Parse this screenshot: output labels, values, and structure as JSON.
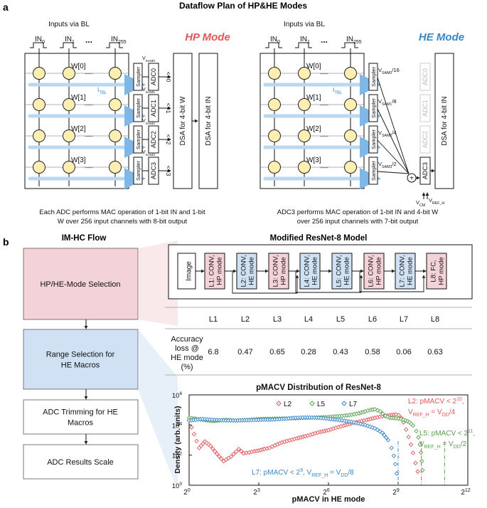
{
  "panel_a": {
    "label": "a",
    "title": "Dataflow Plan of HP&HE Modes",
    "hp": {
      "mode_title": "HP Mode",
      "inputs_title": "Inputs via BL",
      "inputs": [
        "IN",
        "IN",
        "IN"
      ],
      "input_subs": [
        "0",
        "1",
        "255"
      ],
      "ellipsis": "...",
      "weights": [
        "W[0]",
        "W[1]",
        "W[2]",
        "W[3]"
      ],
      "itbl": "I",
      "itbl_sub": "TBL",
      "vsam": "V",
      "vsam_subs": [
        "SAM0",
        "SAM1",
        "SAM2",
        "SAM3"
      ],
      "sampler": "Sampler",
      "adcs": [
        "ADC0",
        "ADC1",
        "ADC2",
        "ADC3"
      ],
      "shifts": [
        "<<0",
        "<<1",
        "<<2",
        "<<3"
      ],
      "dsa_w": "DSA for 4-bit W",
      "dsa_in": "DSA for 4-bit IN",
      "caption1": "Each ADC performs MAC operation of 1-bit IN and 1-bit",
      "caption2": "W over 256 input channels with 8-bit output"
    },
    "he": {
      "mode_title": "HE Mode",
      "inputs_title": "Inputs via BL",
      "inputs": [
        "IN",
        "IN",
        "IN"
      ],
      "input_subs": [
        "0",
        "1",
        "255"
      ],
      "ellipsis": "...",
      "weights": [
        "W[0]",
        "W[1]",
        "W[2]",
        "W[3]"
      ],
      "itbl": "I",
      "itbl_sub": "TBL",
      "vsam": "V",
      "vsam_subs": [
        "SAM0",
        "SAM1",
        "SAM2",
        "SAM3"
      ],
      "vsam_divs": [
        "/16",
        "/8",
        "/4",
        "/2"
      ],
      "sampler": "Sampler",
      "adcs": [
        "ADC0",
        "ADC1",
        "ADC2",
        "ADC3"
      ],
      "plus": "+",
      "vcm": "V",
      "vcm_sub": "CM",
      "vref": "V",
      "vref_sub": "REF_H",
      "dsa_in": "DSA for 4-bit IN",
      "caption1": "ADC3 performs MAC operation of 1-bit IN and 4-bit W",
      "caption2": "over 256 input channels with 7-bit output"
    }
  },
  "panel_b": {
    "label": "b",
    "flow_title": "IM-HC Flow",
    "flow_steps": [
      "HP/HE-Mode Selection",
      "Range Selection for HE Macros",
      "ADC Trimming for HE Macros",
      "ADC Results Scale"
    ],
    "model_title": "Modified ResNet-8 Model",
    "image_label": "Image",
    "layers": [
      "L1: CONV, HP mode",
      "L2: CONV, HE mode",
      "L3: CONV, HP mode",
      "L4: CONV, HE mode",
      "L5: CONV, HE mode",
      "L6: CONV, HP mode",
      "L7: CONV, HE mode",
      "L8: FC, HP mode"
    ],
    "layer_modes": [
      "HP",
      "HE",
      "HP",
      "HE",
      "HE",
      "HP",
      "HE",
      "HP"
    ],
    "table": {
      "headers": [
        "L1",
        "L2",
        "L3",
        "L4",
        "L5",
        "L6",
        "L7",
        "L8"
      ],
      "row_label": "Accuracy loss @ HE mode (%)",
      "values": [
        "6.8",
        "0.47",
        "0.65",
        "0.28",
        "0.43",
        "0.58",
        "0.06",
        "0.63"
      ]
    },
    "colors": {
      "hp_fill": "#f3d3d8",
      "he_fill": "#cfe1f2",
      "L2": "#e15759",
      "L5": "#59a14f",
      "L7": "#3b86c6"
    }
  },
  "chart_data": {
    "type": "scatter",
    "title": "pMACV Distribution of ResNet-8",
    "xlabel": "pMACV in HE mode",
    "ylabel": "Density (arb. units)",
    "x_scale": "log2",
    "y_scale": "log10",
    "xlim": [
      1,
      4096
    ],
    "ylim": [
      1,
      1000000
    ],
    "x_ticks": [
      1,
      8,
      64,
      512,
      4096
    ],
    "x_tick_labels": [
      "2",
      "2",
      "2",
      "2",
      "2"
    ],
    "x_tick_exps": [
      "0",
      "3",
      "6",
      "9",
      "12"
    ],
    "y_ticks": [
      1,
      100,
      10000,
      1000000
    ],
    "y_tick_labels": [
      "10",
      "10",
      "10",
      "10"
    ],
    "y_tick_exps": [
      "0",
      "2",
      "4",
      "6"
    ],
    "legend": [
      "L2",
      "L5",
      "L7"
    ],
    "series": [
      {
        "name": "L2",
        "points": [
          [
            1,
            20000
          ],
          [
            1.35,
            300
          ],
          [
            1.6,
            800
          ],
          [
            1.9,
            400
          ],
          [
            2.3,
            120
          ],
          [
            2.8,
            40
          ],
          [
            3.5,
            80
          ],
          [
            4.4,
            250
          ],
          [
            5.1,
            130
          ],
          [
            6,
            150
          ],
          [
            7,
            180
          ],
          [
            8,
            200
          ],
          [
            9.5,
            260
          ],
          [
            11,
            300
          ],
          [
            13,
            450
          ],
          [
            16,
            700
          ],
          [
            20,
            950
          ],
          [
            25,
            1300
          ],
          [
            32,
            1800
          ],
          [
            40,
            2500
          ],
          [
            50,
            3500
          ],
          [
            64,
            4500
          ],
          [
            80,
            6500
          ],
          [
            100,
            9000
          ],
          [
            128,
            13000
          ],
          [
            160,
            17000
          ],
          [
            200,
            22000
          ],
          [
            256,
            30000
          ],
          [
            320,
            38000
          ],
          [
            400,
            45000
          ],
          [
            480,
            50000
          ],
          [
            520,
            45000
          ],
          [
            560,
            30000
          ],
          [
            600,
            15000
          ],
          [
            650,
            5000
          ],
          [
            700,
            1600
          ],
          [
            750,
            500
          ],
          [
            800,
            140
          ],
          [
            860,
            30
          ],
          [
            920,
            8
          ]
        ]
      },
      {
        "name": "L5",
        "points": [
          [
            1,
            30000
          ],
          [
            2,
            18000
          ],
          [
            3,
            22000
          ],
          [
            4,
            20000
          ],
          [
            6,
            22000
          ],
          [
            8,
            25000
          ],
          [
            12,
            26000
          ],
          [
            16,
            27000
          ],
          [
            24,
            28000
          ],
          [
            32,
            30000
          ],
          [
            48,
            32000
          ],
          [
            64,
            34000
          ],
          [
            96,
            40000
          ],
          [
            128,
            48000
          ],
          [
            160,
            60000
          ],
          [
            192,
            80000
          ],
          [
            224,
            100000
          ],
          [
            256,
            110000
          ],
          [
            300,
            80000
          ],
          [
            350,
            40000
          ],
          [
            400,
            30000
          ],
          [
            480,
            28000
          ],
          [
            560,
            25000
          ],
          [
            640,
            20000
          ],
          [
            720,
            15000
          ],
          [
            800,
            9000
          ],
          [
            880,
            4000
          ],
          [
            940,
            1500
          ],
          [
            980,
            500
          ],
          [
            1010,
            150
          ],
          [
            1040,
            40
          ],
          [
            1060,
            10
          ]
        ]
      },
      {
        "name": "L7",
        "points": [
          [
            1,
            20000
          ],
          [
            1.5,
            25000
          ],
          [
            2,
            22000
          ],
          [
            3,
            20000
          ],
          [
            4,
            20000
          ],
          [
            6,
            21000
          ],
          [
            8,
            22000
          ],
          [
            12,
            23000
          ],
          [
            16,
            25000
          ],
          [
            24,
            30000
          ],
          [
            32,
            32000
          ],
          [
            48,
            30000
          ],
          [
            64,
            26000
          ],
          [
            96,
            20000
          ],
          [
            128,
            16000
          ],
          [
            192,
            10000
          ],
          [
            256,
            6000
          ],
          [
            320,
            3000
          ],
          [
            380,
            1000
          ],
          [
            420,
            300
          ],
          [
            450,
            90
          ],
          [
            470,
            25
          ],
          [
            490,
            6
          ]
        ]
      }
    ],
    "annotations": [
      {
        "series": "L2",
        "lines": [
          {
            "t": "L2: pMACV < 2",
            "sup": "10",
            "after": ","
          },
          {
            "t": "V",
            "sub": "REF_H",
            "after": " = V",
            "sub2": "DD",
            "after2": "/4"
          }
        ]
      },
      {
        "series": "L5",
        "lines": [
          {
            "t": "L5: pMACV < 2",
            "sup": "11",
            "after": ","
          },
          {
            "t": "V",
            "sub": "REF_H",
            "after": " = V",
            "sub2": "DD",
            "after2": "/2"
          }
        ]
      },
      {
        "series": "L7",
        "lines": [
          {
            "t": "L7: pMACV < 2",
            "sup": "9",
            "after": ", V",
            "sub": "REF_H",
            "after2": " = V",
            "sub2": "DD",
            "after3": "/8"
          }
        ]
      }
    ],
    "thresholds": [
      {
        "series": "L7",
        "x": 512
      },
      {
        "series": "L2",
        "x": 1024
      },
      {
        "series": "L5",
        "x": 2048
      }
    ]
  }
}
